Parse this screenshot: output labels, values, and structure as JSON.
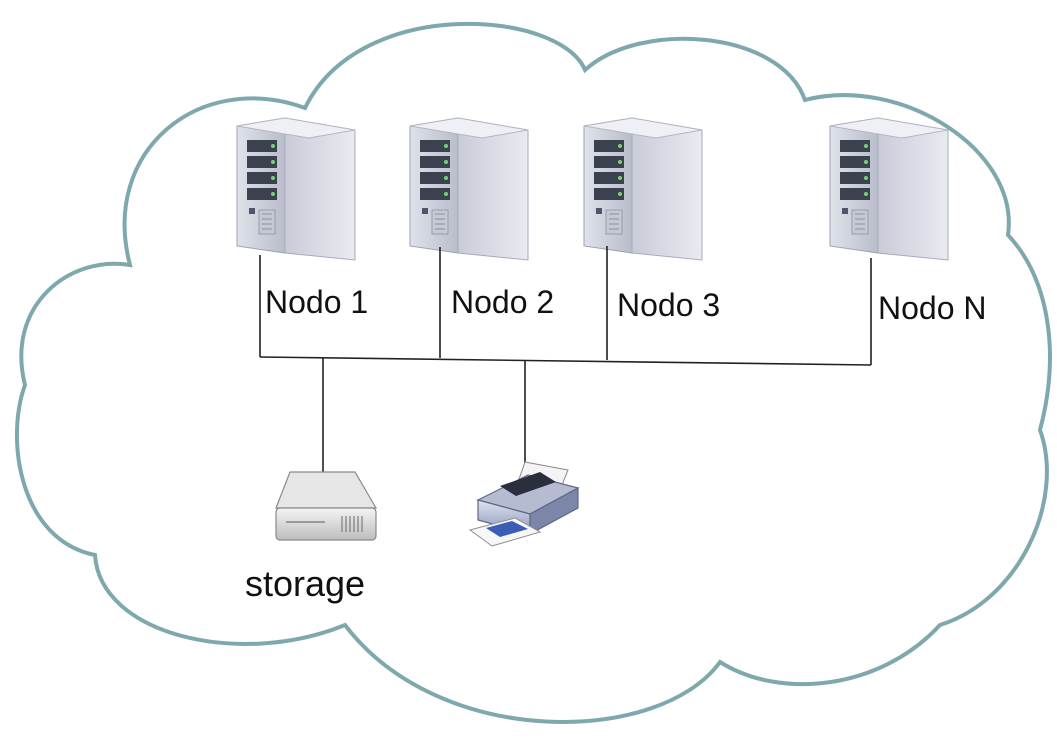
{
  "nodes": [
    {
      "label": "Nodo 1"
    },
    {
      "label": "Nodo 2"
    },
    {
      "label": "Nodo 3"
    },
    {
      "label": "Nodo N"
    }
  ],
  "storage": {
    "label": "storage",
    "icon": "hard-drive-icon"
  },
  "printer": {
    "icon": "printer-icon"
  },
  "server_icon": "server-tower-icon",
  "colors": {
    "cloud_outline": "#7fa8ad",
    "line": "#222222"
  }
}
